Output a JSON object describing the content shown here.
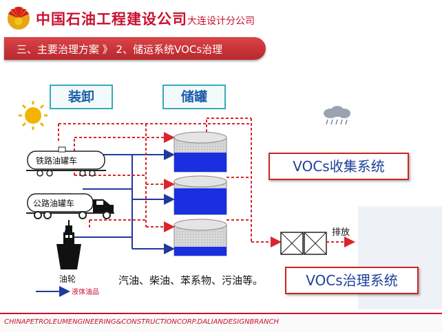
{
  "header": {
    "company": "中国石油工程建设公司",
    "branch": "大连设计分公司"
  },
  "title": "三、主要治理方案 》 2、储运系统VOCs治理",
  "labels": {
    "loading": "装卸",
    "tanks": "储罐"
  },
  "vehicles": {
    "rail": "铁路油罐车",
    "road": "公路油罐车",
    "ship": "油轮"
  },
  "legend": {
    "liquid": "液体油品"
  },
  "systems": {
    "collect": "VOCs收集系统",
    "treat": "VOCs治理系统"
  },
  "discharge": "排放",
  "cargo": "汽油、柴油、苯系物、污油等。",
  "footer": "CHINAPETROLEUMENGINEERING&CONSTRUCTIONCORP.DALIANDESIGNBRANCH",
  "colors": {
    "brand_red": "#c8102e",
    "liquid_blue": "#1e3a9c",
    "vapor_red": "#d9252b",
    "tank_fill": "#1a2fe0",
    "label_border": "#3aa9b8"
  },
  "icons": {
    "sun": "sun-icon",
    "rain": "rain-cloud-icon",
    "logo": "petrochina-logo"
  }
}
